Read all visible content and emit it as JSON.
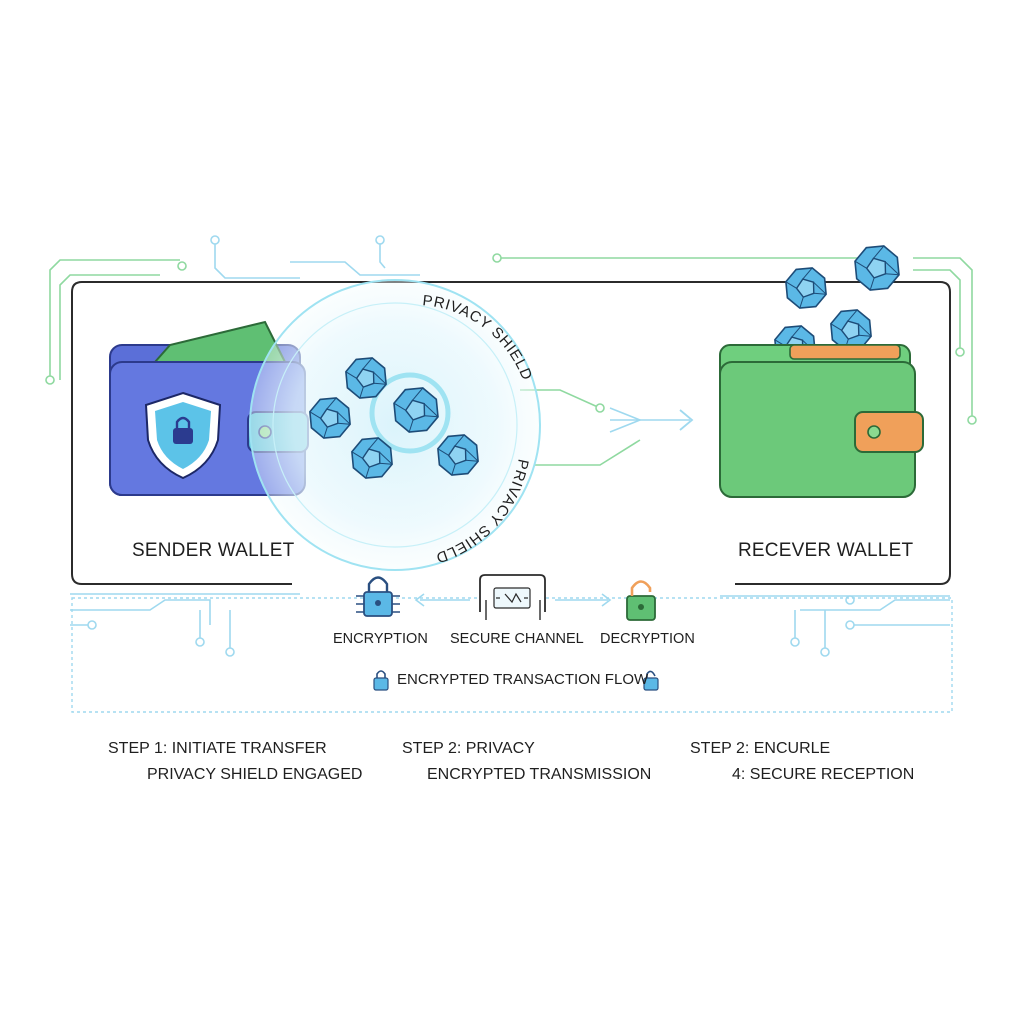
{
  "sender": {
    "label": "SENDER WALLET",
    "color": "#5b6fd8",
    "icon": "shield-lock-icon"
  },
  "receiver": {
    "label": "RECEVER WALLET",
    "color": "#6cc97a",
    "clasp_color": "#f0a05a"
  },
  "shield": {
    "label_top": "PRIVACY SHIELD",
    "label_bottom": "PRIVACY SHIELD",
    "color": "#7fd6ec"
  },
  "token_color": "#5bb8e6",
  "channel": {
    "encryption": {
      "label": "ENCRYPTION",
      "icon": "lock-icon"
    },
    "secure_channel": {
      "label": "SECURE CHANNEL",
      "icon": "secure-channel-icon"
    },
    "decryption": {
      "label": "DECRYPTION",
      "icon": "unlock-icon"
    }
  },
  "flow_label": "ENCRYPTED TRANSACTION FLOW",
  "steps": [
    {
      "title": "STEP 1: INITIATE TRANSFER",
      "subtitle": "PRIVACY SHIELD ENGAGED"
    },
    {
      "title": "STEP 2: PRIVACY",
      "subtitle": "ENCRYPTED TRANSMISSION"
    },
    {
      "title": "STEP 2: ENCURLE",
      "subtitle": "4: SECURE RECEPTION"
    }
  ]
}
